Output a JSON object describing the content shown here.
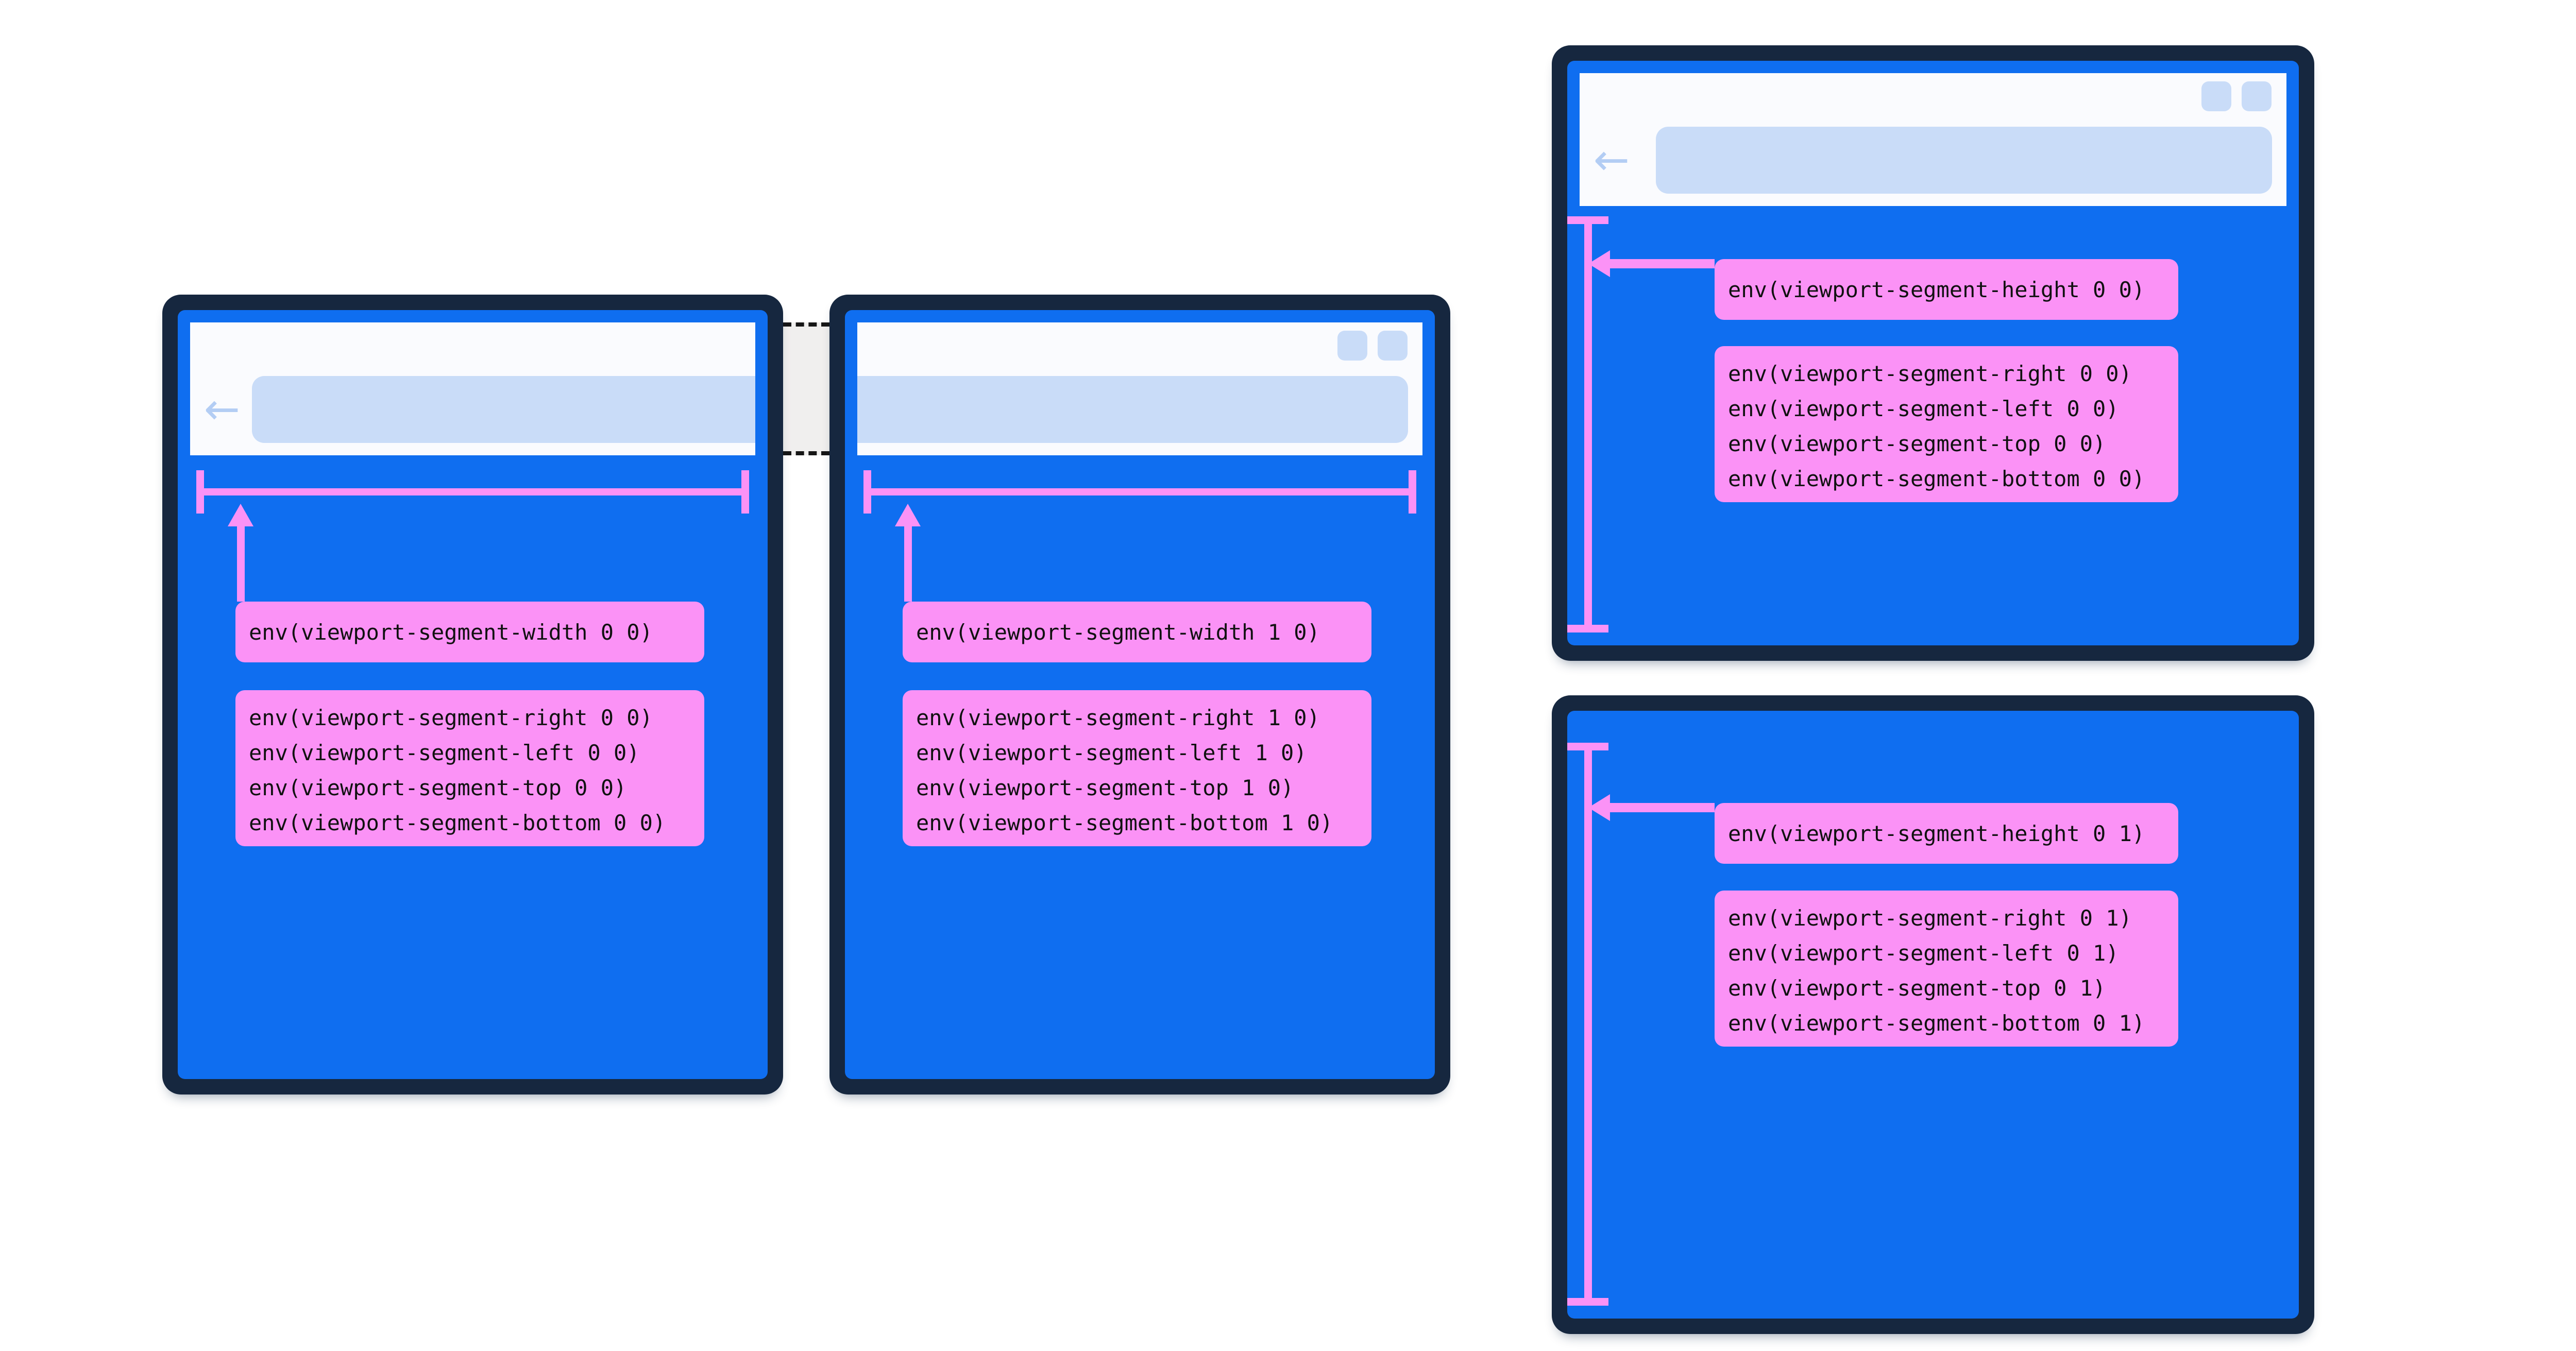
{
  "colors": {
    "background": "#ffffff",
    "bezel_navy": "#16273f",
    "screen_blue": "#0f6ef0",
    "accent_pink": "#fb92f6",
    "chrome_bg": "#fafbfe",
    "address_bar": "#c9dcf8",
    "back_arrow": "#b3cdf4",
    "fold_band": "#f0efee",
    "dash": "#161616",
    "text": "#111111"
  },
  "icons": {
    "back_arrow": "←"
  },
  "frames": {
    "h0": {
      "measure_label": "env(viewport-segment-width 0 0)",
      "env_values": [
        "env(viewport-segment-right 0 0)",
        "env(viewport-segment-left 0 0)",
        "env(viewport-segment-top 0 0)",
        "env(viewport-segment-bottom 0 0)"
      ]
    },
    "h1": {
      "measure_label": "env(viewport-segment-width 1 0)",
      "env_values": [
        "env(viewport-segment-right 1 0)",
        "env(viewport-segment-left 1 0)",
        "env(viewport-segment-top 1 0)",
        "env(viewport-segment-bottom 1 0)"
      ]
    },
    "v0": {
      "measure_label": "env(viewport-segment-height 0 0)",
      "env_values": [
        "env(viewport-segment-right 0 0)",
        "env(viewport-segment-left 0 0)",
        "env(viewport-segment-top 0 0)",
        "env(viewport-segment-bottom 0 0)"
      ]
    },
    "v1": {
      "measure_label": "env(viewport-segment-height 0 1)",
      "env_values": [
        "env(viewport-segment-right 0 1)",
        "env(viewport-segment-left 0 1)",
        "env(viewport-segment-top 0 1)",
        "env(viewport-segment-bottom 0 1)"
      ]
    }
  }
}
